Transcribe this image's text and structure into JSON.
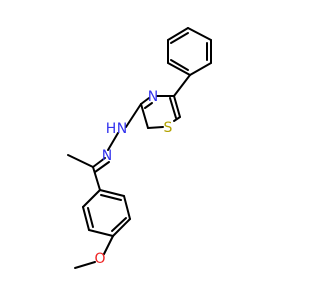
{
  "atoms": {
    "n_upper": "N",
    "h_on_n": "H",
    "n_lower": "N",
    "n_thiazole": "N",
    "s_thiazole": "S",
    "o_methoxy": "O"
  },
  "colors": {
    "bond": "#000000",
    "nitrogen": "#3333ee",
    "sulfur": "#b2a200",
    "oxygen": "#ee2222",
    "background": "#ffffff"
  }
}
